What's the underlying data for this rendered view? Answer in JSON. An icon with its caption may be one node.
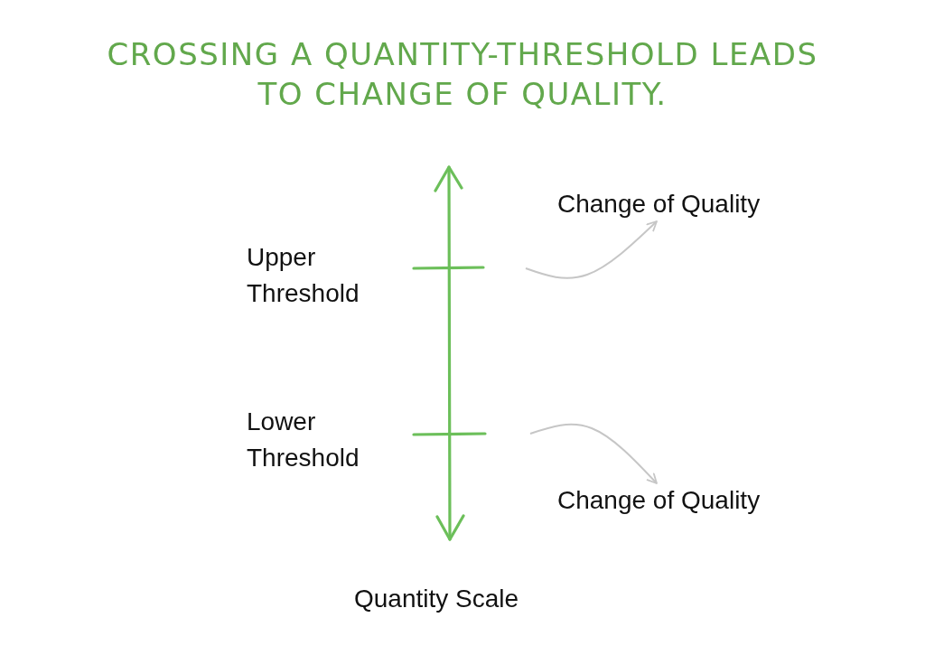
{
  "diagram": {
    "title": "CROSSING A QUANTITY-THRESHOLD LEADS TO CHANGE OF QUALITY.",
    "nodes": [
      {
        "text": [
          "Change of Quality"
        ]
      },
      {
        "text": [
          "Change of Quality"
        ]
      }
    ],
    "edges": [
      {
        "from": null,
        "to": 0,
        "arrow": "to"
      },
      {
        "from": null,
        "to": 1,
        "arrow": "to"
      }
    ],
    "labels": [
      "Upper Threshold",
      "Lower Threshold",
      "Quantity Scale"
    ]
  }
}
